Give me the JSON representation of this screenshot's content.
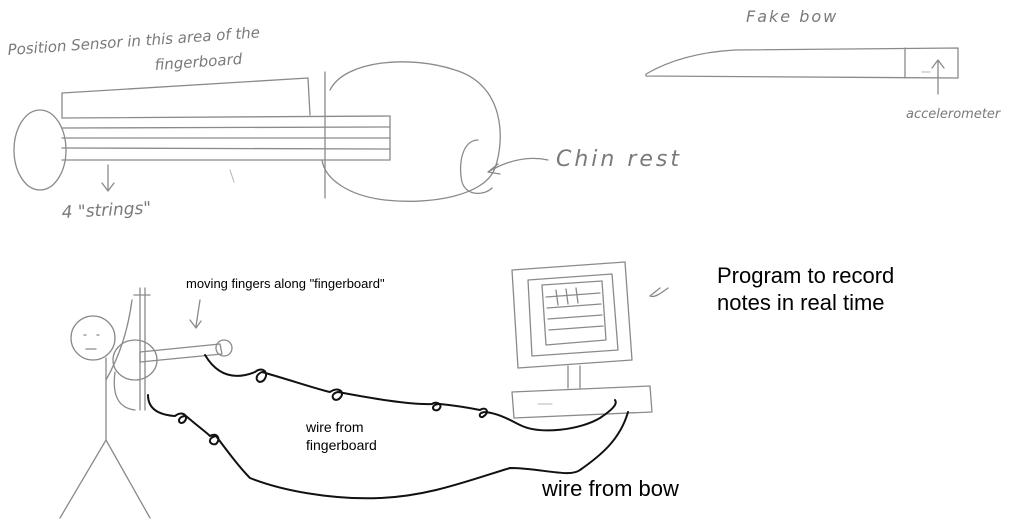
{
  "sketch_labels": {
    "position_sensor_line1": "Position Sensor in this area of the",
    "position_sensor_line2": "fingerboard",
    "strings": "4 \"strings\"",
    "chin_rest": "Chin rest",
    "fake_bow": "Fake bow",
    "accelerometer": "accelerometer"
  },
  "typed_labels": {
    "program_line1": "Program to record",
    "program_line2": "notes in real time",
    "moving_fingers": "moving fingers along \"fingerboard\"",
    "wire_fingerboard_line1": "wire from",
    "wire_fingerboard_line2": "fingerboard",
    "wire_bow": "wire from bow"
  }
}
